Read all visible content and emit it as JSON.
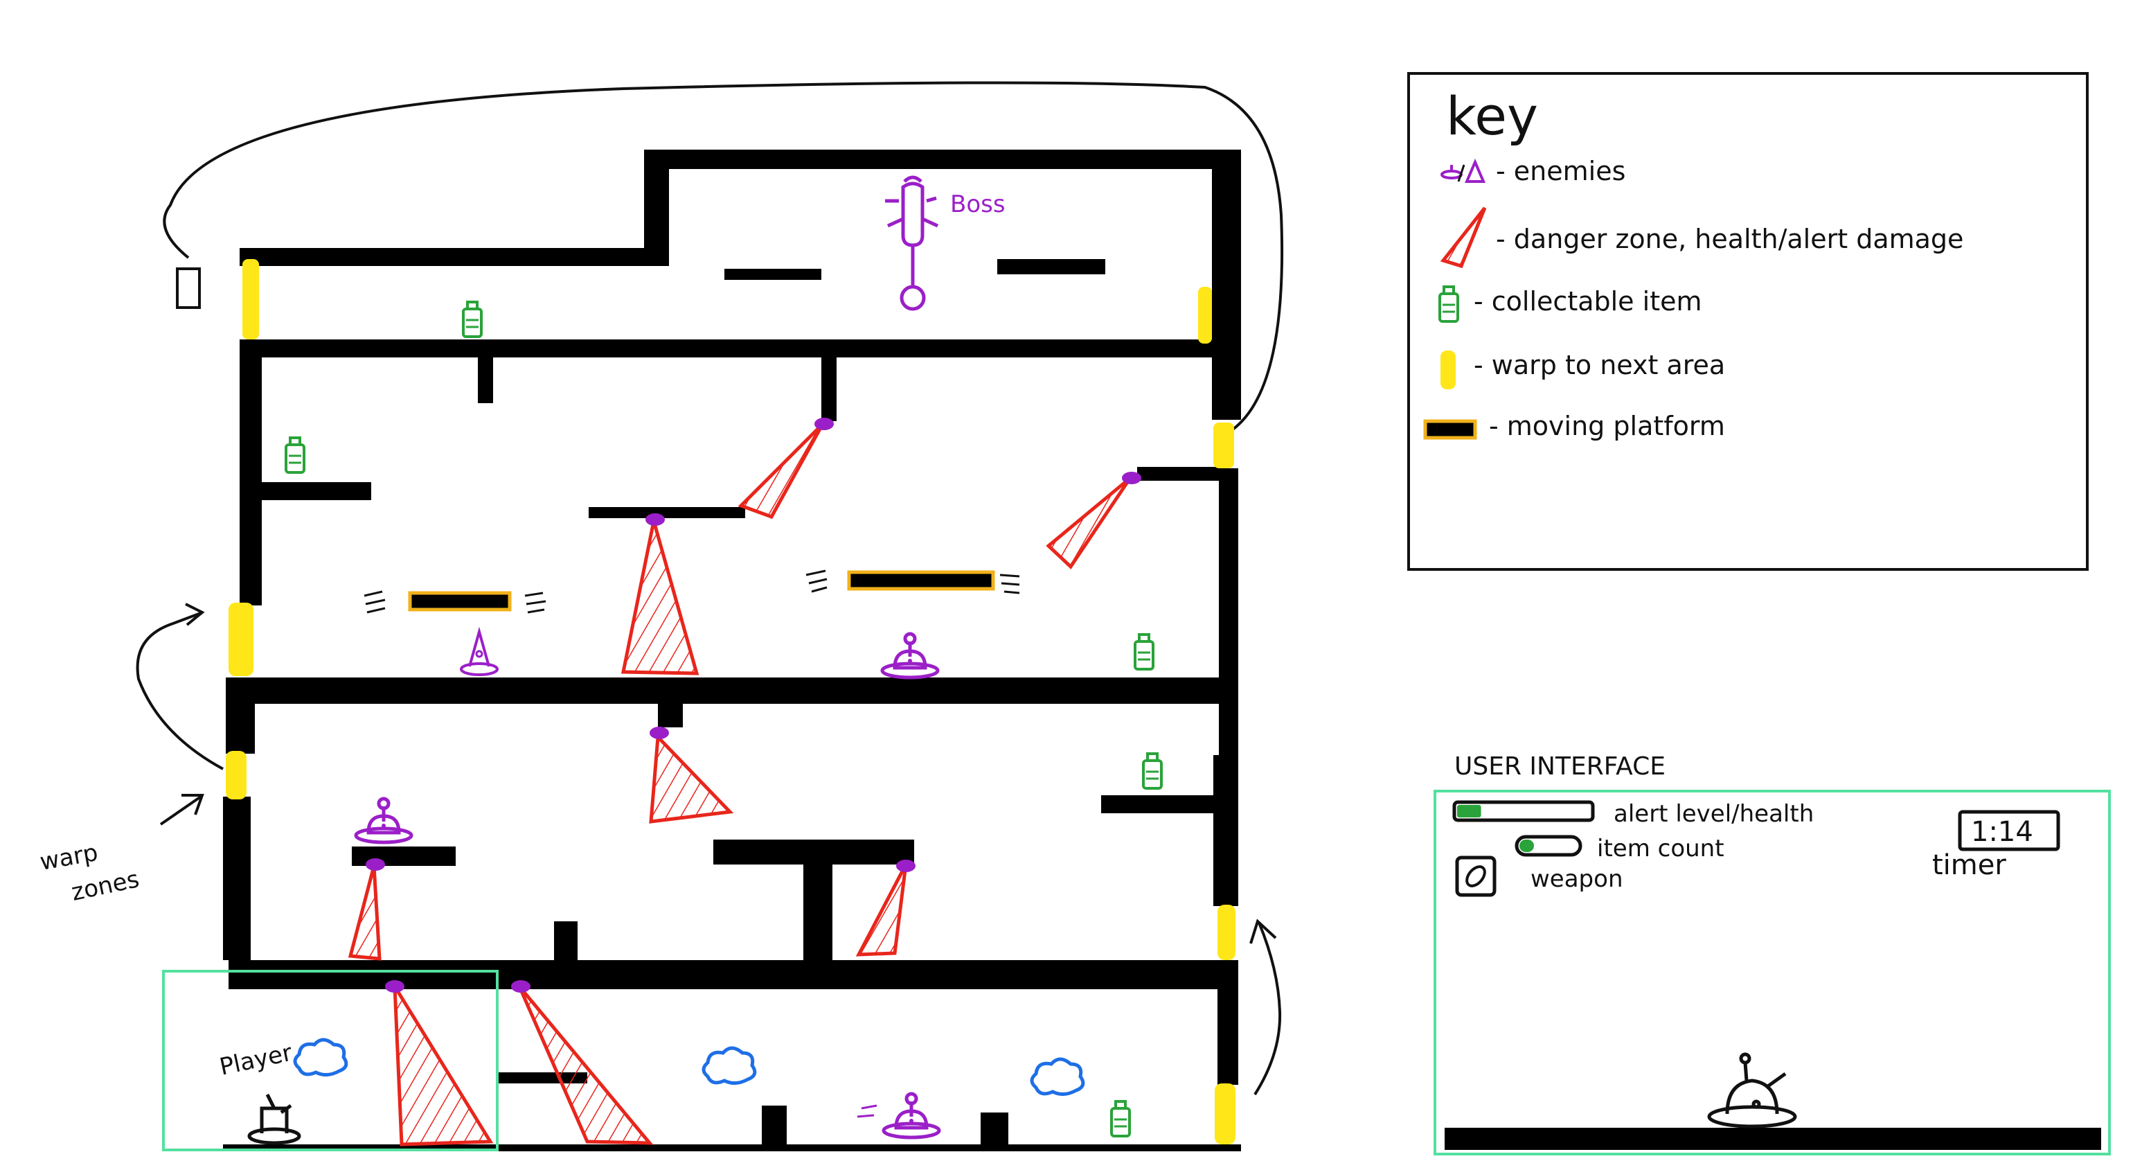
{
  "map": {
    "boss_label": "Boss",
    "player_label": "Player",
    "warp_zones_label": [
      "warp",
      "zones"
    ]
  },
  "key": {
    "title": "key",
    "items": [
      {
        "icon": "enemy-icon",
        "label": "- enemies"
      },
      {
        "icon": "danger-zone-icon",
        "label": "- danger zone, health/alert damage"
      },
      {
        "icon": "collectable-icon",
        "label": "- collectable item"
      },
      {
        "icon": "warp-icon",
        "label": "- warp to next area"
      },
      {
        "icon": "moving-platform-icon",
        "label": "- moving platform"
      }
    ]
  },
  "ui": {
    "title": "USER INTERFACE",
    "alert_label": "alert level/health",
    "item_label": "item count",
    "weapon_label": "weapon",
    "timer_value": "1:14",
    "timer_label": "timer",
    "alert_level": 0.18,
    "item_level": 0.25
  },
  "colors": {
    "wall": "#000000",
    "enemy": "#9b1fc8",
    "danger": "#e8261c",
    "collectable": "#2aa33a",
    "warp": "#ffe619",
    "platform_outline": "#f0b21a",
    "cloud": "#1e6fe6",
    "ui_frame": "#54e0a0"
  }
}
